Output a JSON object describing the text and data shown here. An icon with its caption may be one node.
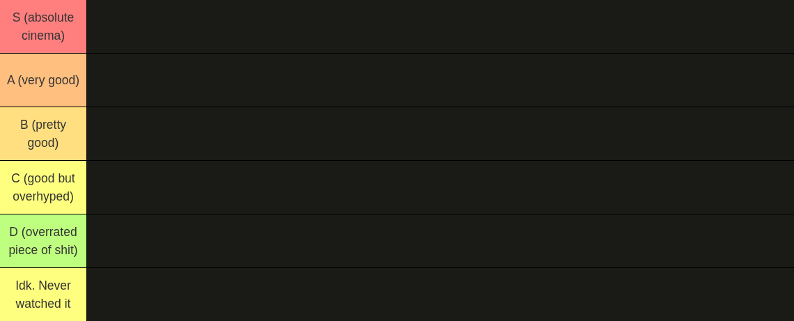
{
  "diagram": {
    "nodes": [
      {
        "text": [
          "S (absolute cinema)"
        ]
      },
      {
        "text": [
          "A (very good)"
        ]
      },
      {
        "text": [
          "B (pretty good)"
        ]
      },
      {
        "text": [
          "C (good but overhyped)"
        ]
      },
      {
        "text": [
          "D (overrated piece of shit)"
        ]
      },
      {
        "text": [
          "Idk. Never watched it"
        ]
      }
    ]
  }
}
